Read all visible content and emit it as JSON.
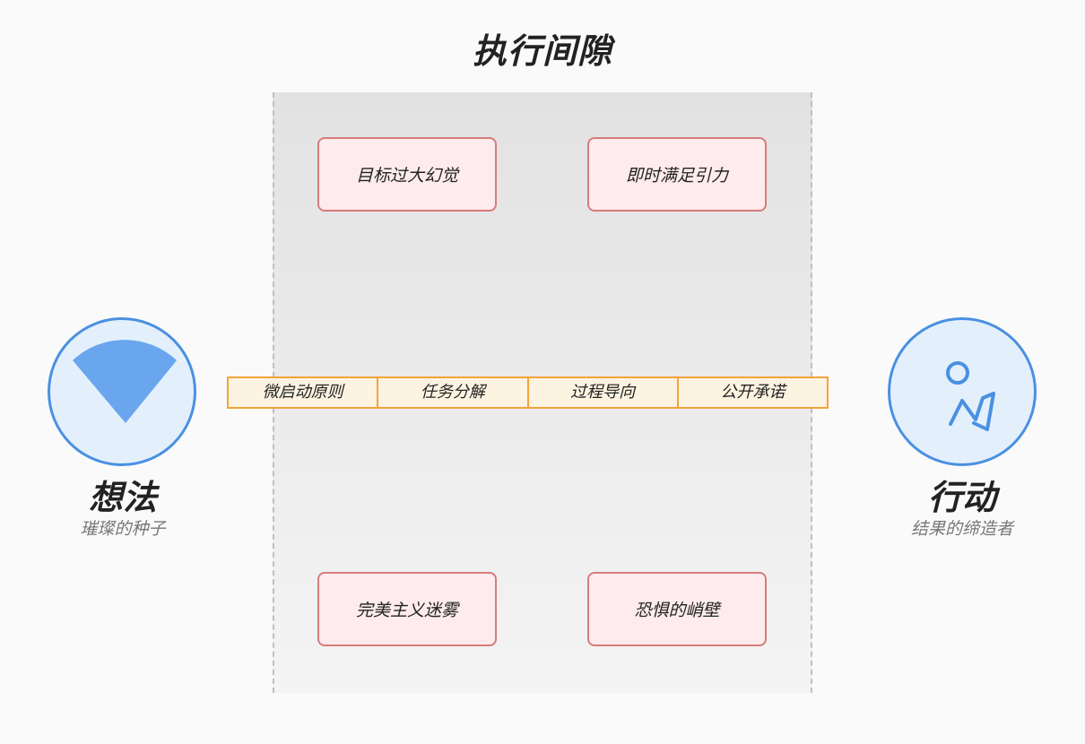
{
  "title": "执行间隙",
  "obstacles": [
    {
      "label": "目标过大幻觉"
    },
    {
      "label": "即时满足引力"
    },
    {
      "label": "完美主义迷雾"
    },
    {
      "label": "恐惧的峭壁"
    }
  ],
  "bridge": {
    "planks": [
      "微启动原则",
      "任务分解",
      "过程导向",
      "公开承诺"
    ]
  },
  "start_node": {
    "label": "想法",
    "subtitle": "璀璨的种子",
    "icon": "lightbulb-wedge-icon"
  },
  "end_node": {
    "label": "行动",
    "subtitle": "结果的缔造者",
    "icon": "running-person-icon"
  },
  "colors": {
    "node_fill": "#e3f0fc",
    "node_stroke": "#4a90e2",
    "obstacle_fill": "#fdebed",
    "obstacle_stroke": "#d77c7c",
    "bridge_fill": "#fdf3e1",
    "bridge_stroke": "#f2a33c"
  }
}
